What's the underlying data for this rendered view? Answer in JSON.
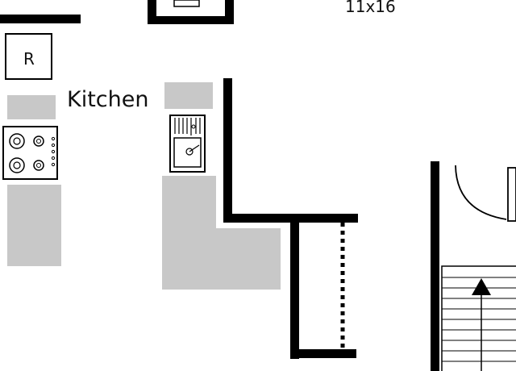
{
  "labels": {
    "kitchen": "Kitchen",
    "room_dim": "11x16",
    "fridge": "R"
  },
  "icons": {
    "sink": "sink-icon",
    "stove": "stove-icon",
    "stair_arrow": "up-arrow-icon",
    "door": "door-swing-icon"
  },
  "colors": {
    "wall": "#000000",
    "counter": "#c8c8c8",
    "background": "#ffffff"
  }
}
